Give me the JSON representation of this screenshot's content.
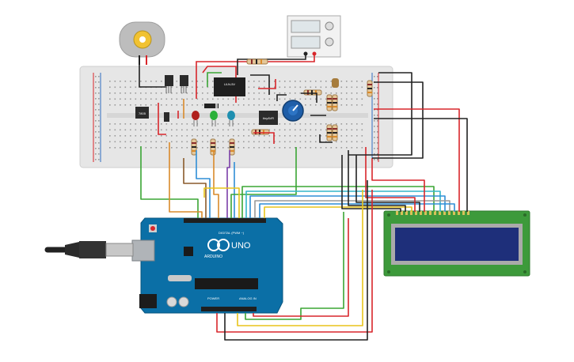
{
  "colors": {
    "background": "#ffffff",
    "breadboard": "#e6e6e6",
    "breadboard_edge": "#cfcfcf",
    "rail_red": "#d9262b",
    "rail_blue": "#2d6cc0",
    "arduino_board": "#0b6fa6",
    "arduino_dark": "#07547f",
    "lcd_pcb": "#3d9a3b",
    "lcd_screen": "#1e2f7a",
    "wire_red": "#d8262b",
    "wire_black": "#222222",
    "wire_green": "#3aa534",
    "wire_orange": "#d98a2b",
    "wire_yellow": "#e8c41a",
    "wire_blue": "#2f8ed6",
    "wire_brown": "#8a5a2b",
    "wire_purple": "#7b3fa8",
    "wire_cyan": "#34b6c8",
    "wire_gray": "#999999"
  },
  "components": {
    "arduino": {
      "logo_text": "UNO",
      "brand_text": "ARDUINO",
      "digital_label": "DIGITAL (PWM ~)",
      "power_label": "POWER",
      "analog_label": "ANALOG IN"
    },
    "relay": {
      "label": "ULN-5V"
    },
    "timer_ic": {
      "label": "tinyAVR"
    },
    "regulator": {
      "label": "7805"
    },
    "motor_icon": "motor-icon",
    "usb_icon": "usb-cable-icon"
  }
}
